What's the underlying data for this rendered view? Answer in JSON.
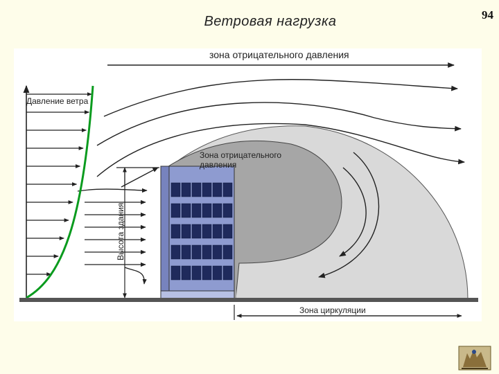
{
  "slide": {
    "title": "Ветровая нагрузка",
    "page_number": "94"
  },
  "diagram": {
    "top_zone_label": "зона отрицательного давления",
    "wind_pressure_label": "Давление ветра",
    "roof_zone_label_line1": "Зона отрицательного",
    "roof_zone_label_line2": "давления",
    "building_height_label": "Высота здания",
    "circulation_zone_label": "Зона циркуляции"
  },
  "colors": {
    "background": "#fefdea",
    "panel": "#ffffff",
    "zone_light": "#d9d9d9",
    "zone_dark": "#a6a6a6",
    "building_facade": "#8e9bd0",
    "building_windows": "#1f2a5c",
    "profile_curve": "#0a9b1e",
    "ground": "#555555"
  },
  "logo": {
    "icon": "city-emblem-icon"
  }
}
